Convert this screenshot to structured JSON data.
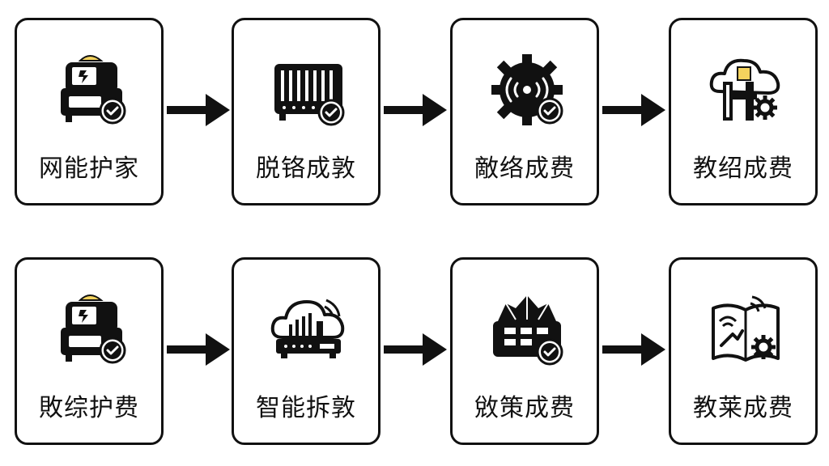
{
  "rows": [
    {
      "cards": [
        {
          "label": "网能护家",
          "icon": "toaster-check-icon"
        },
        {
          "label": "脱铬成敦",
          "icon": "radiator-check-icon"
        },
        {
          "label": "敵络成费",
          "icon": "gear-wifi-check-icon"
        },
        {
          "label": "教绍成费",
          "icon": "cloud-gear-icon"
        }
      ]
    },
    {
      "cards": [
        {
          "label": "敗综护费",
          "icon": "toaster-check-icon"
        },
        {
          "label": "智能拆敦",
          "icon": "cloud-router-icon"
        },
        {
          "label": "敓策成费",
          "icon": "server-check-icon"
        },
        {
          "label": "教莱成费",
          "icon": "book-gear-icon"
        }
      ]
    }
  ],
  "colors": {
    "ink": "#111111",
    "accent": "#f4d35e",
    "background": "#ffffff"
  }
}
